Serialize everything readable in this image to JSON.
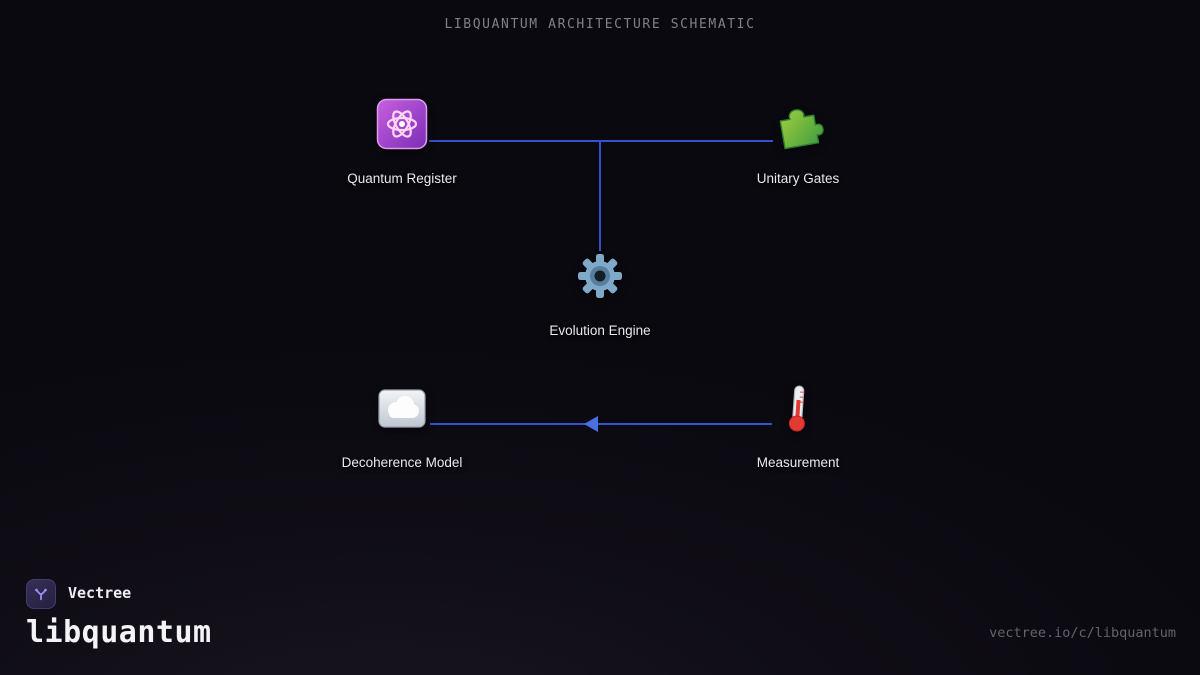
{
  "title": "LIBQUANTUM ARCHITECTURE SCHEMATIC",
  "diagram": {
    "nodes": [
      {
        "id": "quantum-register",
        "label": "Quantum Register",
        "icon": "atom"
      },
      {
        "id": "unitary-gates",
        "label": "Unitary Gates",
        "icon": "puzzle-piece"
      },
      {
        "id": "evolution-engine",
        "label": "Evolution Engine",
        "icon": "gear"
      },
      {
        "id": "decoherence-model",
        "label": "Decoherence Model",
        "icon": "fog-cloud"
      },
      {
        "id": "measurement",
        "label": "Measurement",
        "icon": "thermometer"
      }
    ],
    "edges": [
      {
        "from": "quantum-register",
        "to": "unitary-gates",
        "style": "plain"
      },
      {
        "from": "top-bus-midpoint",
        "to": "evolution-engine",
        "style": "plain"
      },
      {
        "from": "measurement",
        "to": "decoherence-model",
        "style": "arrow-left"
      }
    ]
  },
  "footer": {
    "brand": "Vectree",
    "project": "libquantum",
    "url": "vectree.io/c/libquantum"
  },
  "colors": {
    "background": "#0a090f",
    "edge": "#3352cb",
    "arrow": "#4a6fe0",
    "title_text": "#80808a",
    "label_text": "#e8e8ed",
    "url_text": "#63636d"
  }
}
